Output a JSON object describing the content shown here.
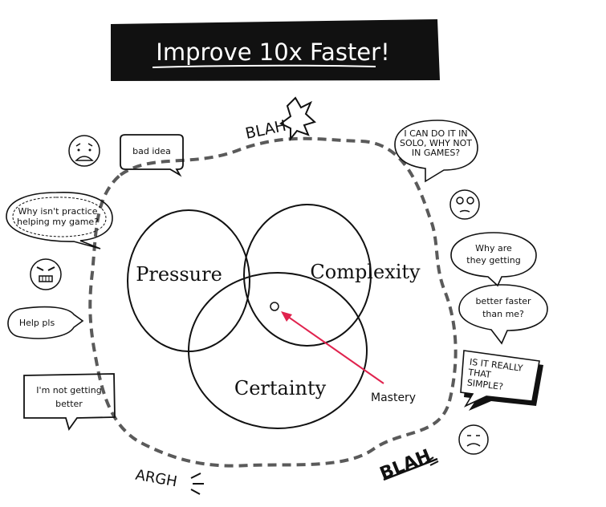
{
  "header": {
    "title": "Improve 10x Faster!"
  },
  "venn": {
    "circles": [
      "Pressure",
      "Complexity",
      "Certainty"
    ],
    "center_label": "Mastery"
  },
  "exclamations": {
    "blah_top": "BLAH",
    "blah_bottom": "BLAH",
    "argh": "ARGH"
  },
  "bubbles": {
    "bad_idea": "bad idea",
    "practice": [
      "Why isn't practice",
      "helping my game?"
    ],
    "help": "Help pls",
    "not_getting": [
      "I'm not getting",
      "better"
    ],
    "solo": [
      "I CAN DO IT IN",
      "SOLO, WHY NOT",
      "IN GAMES?"
    ],
    "why_are": [
      "Why are",
      "they getting"
    ],
    "better_faster": [
      "better faster",
      "than me?"
    ],
    "simple": [
      "IS IT REALLY",
      "THAT",
      "SIMPLE?"
    ]
  },
  "colors": {
    "accent": "#e0234e",
    "ink": "#111111",
    "dash": "#5a5a5a"
  }
}
